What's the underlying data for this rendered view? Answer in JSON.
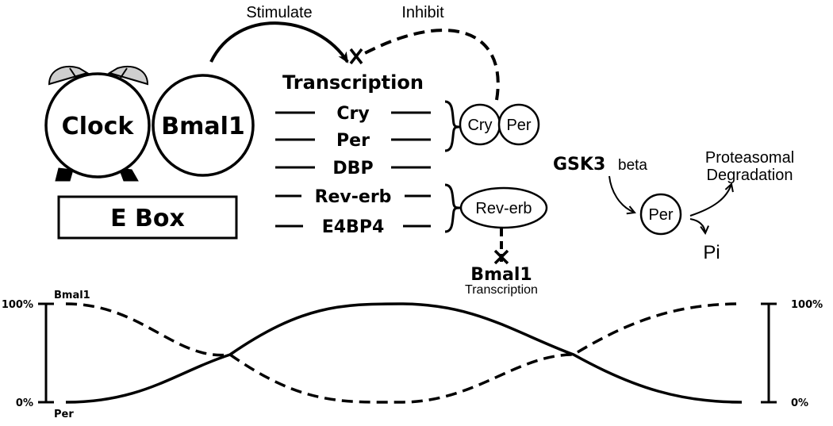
{
  "regulation": {
    "stimulate_label": "Stimulate",
    "inhibit_label": "Inhibit"
  },
  "complex": {
    "clock_label": "Clock",
    "bmal1_label": "Bmal1",
    "ebox_label": "E Box"
  },
  "transcription": {
    "title": "Transcription",
    "genes": [
      "Cry",
      "Per",
      "DBP",
      "Rev-erb",
      "E4BP4"
    ]
  },
  "products": {
    "cry_label": "Cry",
    "per_label": "Per",
    "reverb_label": "Rev-erb"
  },
  "bmal1_output": {
    "label": "Bmal1",
    "sublabel": "Transcription"
  },
  "gsk3": {
    "gsk3_label": "GSK3",
    "beta_label": "beta",
    "per_label": "Per",
    "degradation_line1": "Proteasomal",
    "degradation_line2": "Degradation",
    "pi_label": "Pi"
  },
  "oscillation": {
    "left_top_tick": "100%",
    "left_bottom_tick": "0%",
    "right_top_tick": "100%",
    "right_bottom_tick": "0%",
    "bmal1_series": "Bmal1",
    "per_series": "Per"
  },
  "colors": {
    "ink": "#000000",
    "background": "#ffffff",
    "bell": "#cfcfcf"
  }
}
